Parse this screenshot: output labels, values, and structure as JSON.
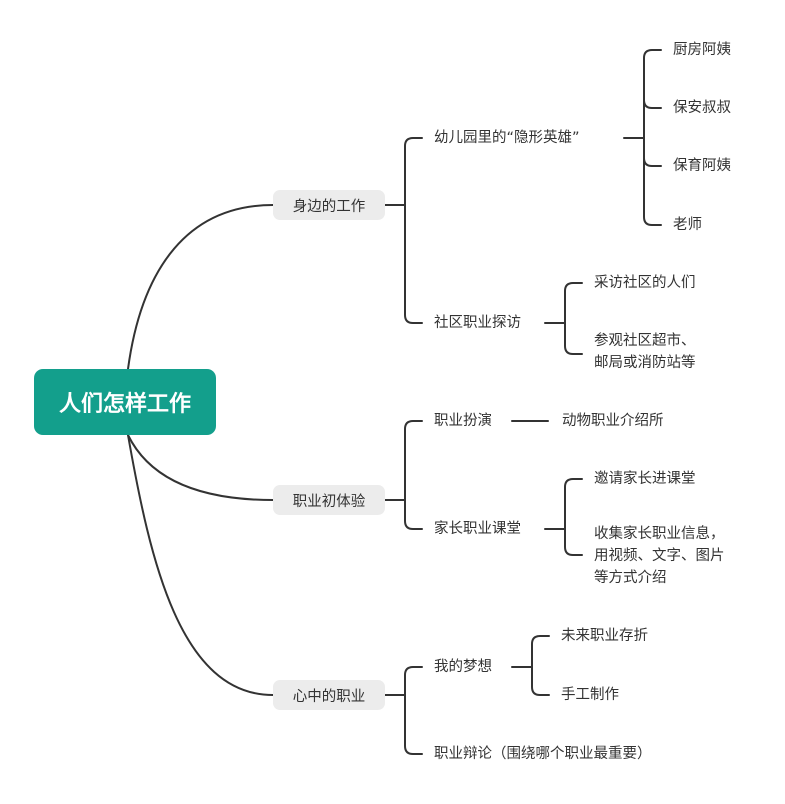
{
  "root": "人们怎样工作",
  "branches": [
    {
      "label": "身边的工作",
      "children": [
        {
          "label": "幼儿园里的“隐形英雄”",
          "children": [
            "厨房阿姨",
            "保安叔叔",
            "保育阿姨",
            "老师"
          ]
        },
        {
          "label": "社区职业探访",
          "children": [
            "采访社区的人们",
            "参观社区超市、邮局或消防站等"
          ]
        }
      ]
    },
    {
      "label": "职业初体验",
      "children": [
        {
          "label": "职业扮演",
          "children": [
            "动物职业介绍所"
          ]
        },
        {
          "label": "家长职业课堂",
          "children": [
            "邀请家长进课堂",
            "收集家长职业信息，用视频、文字、图片等方式介绍"
          ]
        }
      ]
    },
    {
      "label": "心中的职业",
      "children": [
        {
          "label": "我的梦想",
          "children": [
            "未来职业存折",
            "手工制作"
          ]
        },
        {
          "label": "职业辩论（围绕哪个职业最重要）",
          "children": []
        }
      ]
    }
  ],
  "colors": {
    "root_bg": "#139f8c",
    "branch_bg": "#ececec",
    "line": "#333333"
  },
  "text": {
    "visit_line1": "参观社区超市、",
    "visit_line2": "邮局或消防站等",
    "collect_line1": "收集家长职业信息，",
    "collect_line2": "用视频、文字、图片",
    "collect_line3": "等方式介绍"
  }
}
